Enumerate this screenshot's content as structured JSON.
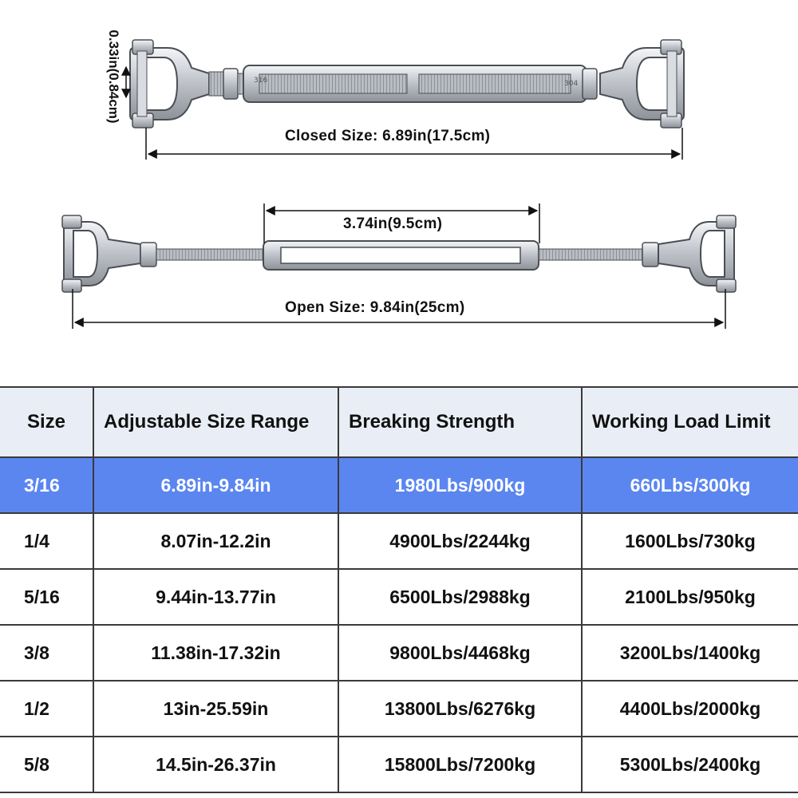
{
  "diagram": {
    "closed_size": "Closed Size: 6.89in(17.5cm)",
    "body_length": "3.74in(9.5cm)",
    "open_size": "Open Size: 9.84in(25cm)",
    "jaw_width": "0.33in(0.84cm)",
    "body_mark_left": "316",
    "body_mark_right": "304",
    "metal_color": "#c7cbd0",
    "outline_color": "#4a4e54"
  },
  "table": {
    "headers": [
      "Size",
      "Adjustable Size Range",
      "Breaking Strength",
      "Working Load Limit"
    ],
    "highlight_color": "#5b86f0",
    "header_bg": "#e9eef6",
    "rows": [
      {
        "size": "3/16",
        "range": "6.89in-9.84in",
        "breaking": "1980Lbs/900kg",
        "wll": "660Lbs/300kg"
      },
      {
        "size": "1/4",
        "range": "8.07in-12.2in",
        "breaking": "4900Lbs/2244kg",
        "wll": "1600Lbs/730kg"
      },
      {
        "size": "5/16",
        "range": "9.44in-13.77in",
        "breaking": "6500Lbs/2988kg",
        "wll": "2100Lbs/950kg"
      },
      {
        "size": "3/8",
        "range": "11.38in-17.32in",
        "breaking": "9800Lbs/4468kg",
        "wll": "3200Lbs/1400kg"
      },
      {
        "size": "1/2",
        "range": "13in-25.59in",
        "breaking": "13800Lbs/6276kg",
        "wll": "4400Lbs/2000kg"
      },
      {
        "size": "5/8",
        "range": "14.5in-26.37in",
        "breaking": "15800Lbs/7200kg",
        "wll": "5300Lbs/2400kg"
      }
    ]
  }
}
